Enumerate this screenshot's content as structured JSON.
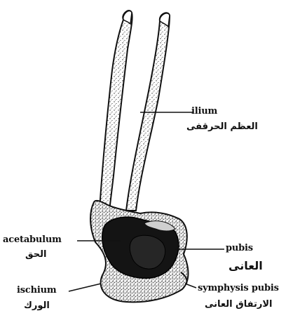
{
  "labels": {
    "ilium_en": "ilium",
    "ilium_ar": "العظم الحرقفى",
    "acetabulum_en": "acetabulum",
    "acetabulum_ar": "الحق",
    "pubis_en": "pubis",
    "pubis_ar": "العانى",
    "ischium_en": "ischium",
    "ischium_ar": "الورك",
    "symphysis_en": "symphysis pubis",
    "symphysis_ar": "الارتفاق العانى"
  },
  "colors": {
    "ink": "#111111",
    "bone_fill": "#d9d9d9",
    "dark_region": "#141414",
    "background": "#ffffff"
  }
}
